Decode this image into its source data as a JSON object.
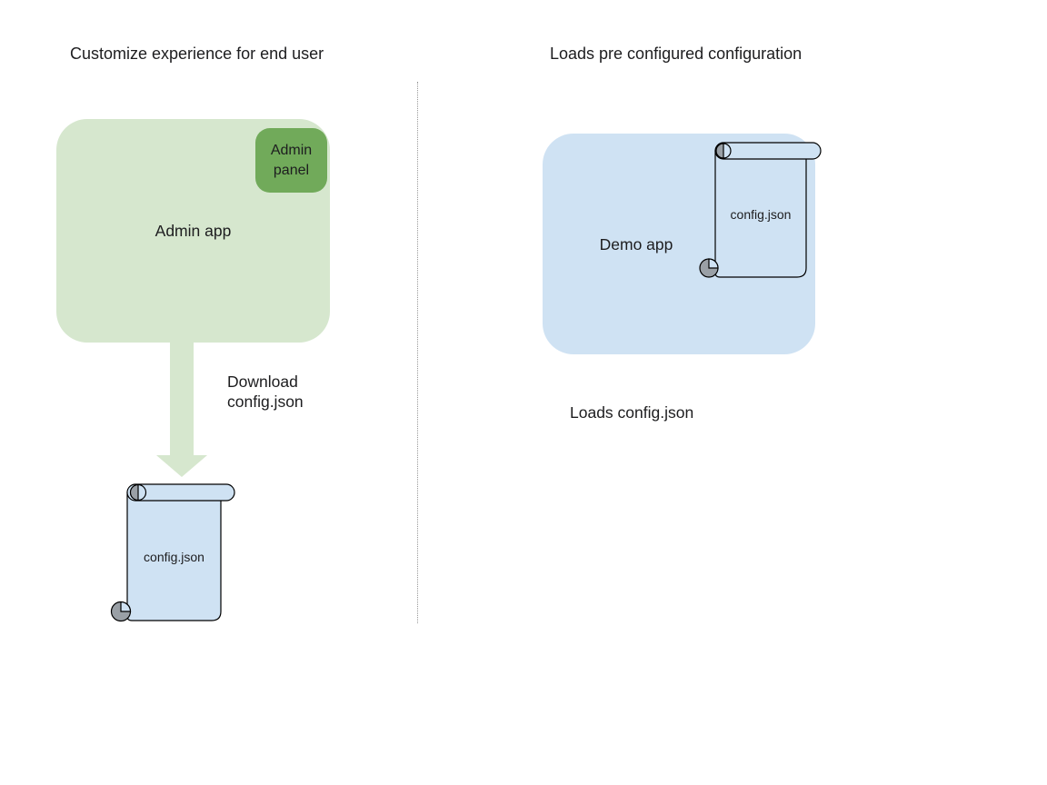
{
  "left": {
    "title": "Customize experience for end user",
    "app_label": "Admin app",
    "panel_label": "Admin\npanel",
    "arrow_label": "Download\nconfig.json",
    "scroll_label": "config.json"
  },
  "right": {
    "title": "Loads pre configured configuration",
    "app_label": "Demo app",
    "scroll_label": "config.json",
    "caption": "Loads config.json"
  },
  "icons": {
    "download_arrow": "down-arrow-icon",
    "left_scroll": "scroll-document-icon",
    "right_scroll": "scroll-document-icon"
  },
  "colors": {
    "green-light": "#d6e7ce",
    "green-dark": "#71aa5a",
    "blue-light": "#cfe2f3",
    "curl-gray": "#9aa0a6",
    "stroke": "#000000",
    "divider-gray": "#999999",
    "text": "#1d1d1f"
  }
}
